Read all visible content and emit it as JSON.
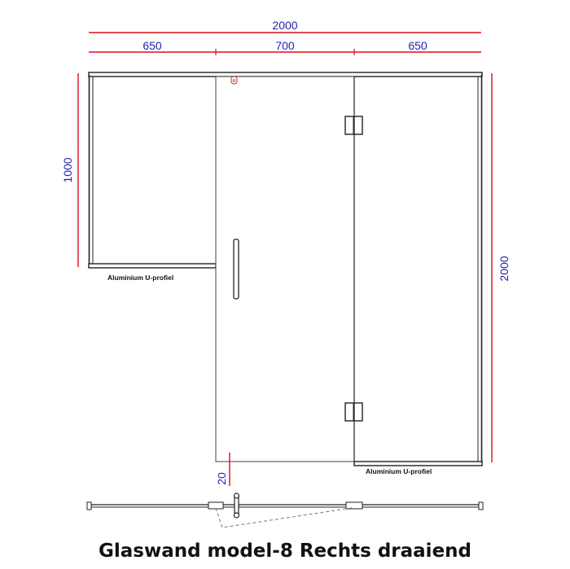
{
  "dimensions": {
    "total_width": "2000",
    "left_panel_width": "650",
    "door_width": "700",
    "right_panel_width": "650",
    "left_panel_height": "1000",
    "right_panel_height": "2000",
    "floor_gap": "20"
  },
  "labels": {
    "left_profile": "Aluminium U-profiel",
    "right_profile": "Aluminium U-profiel"
  },
  "title": "Glaswand model-8 Rechts draaiend",
  "colors": {
    "dimension_line": "#d6121b",
    "dimension_text": "#1f1fb4",
    "outline": "#222222",
    "profile": "#3a3a3a"
  }
}
